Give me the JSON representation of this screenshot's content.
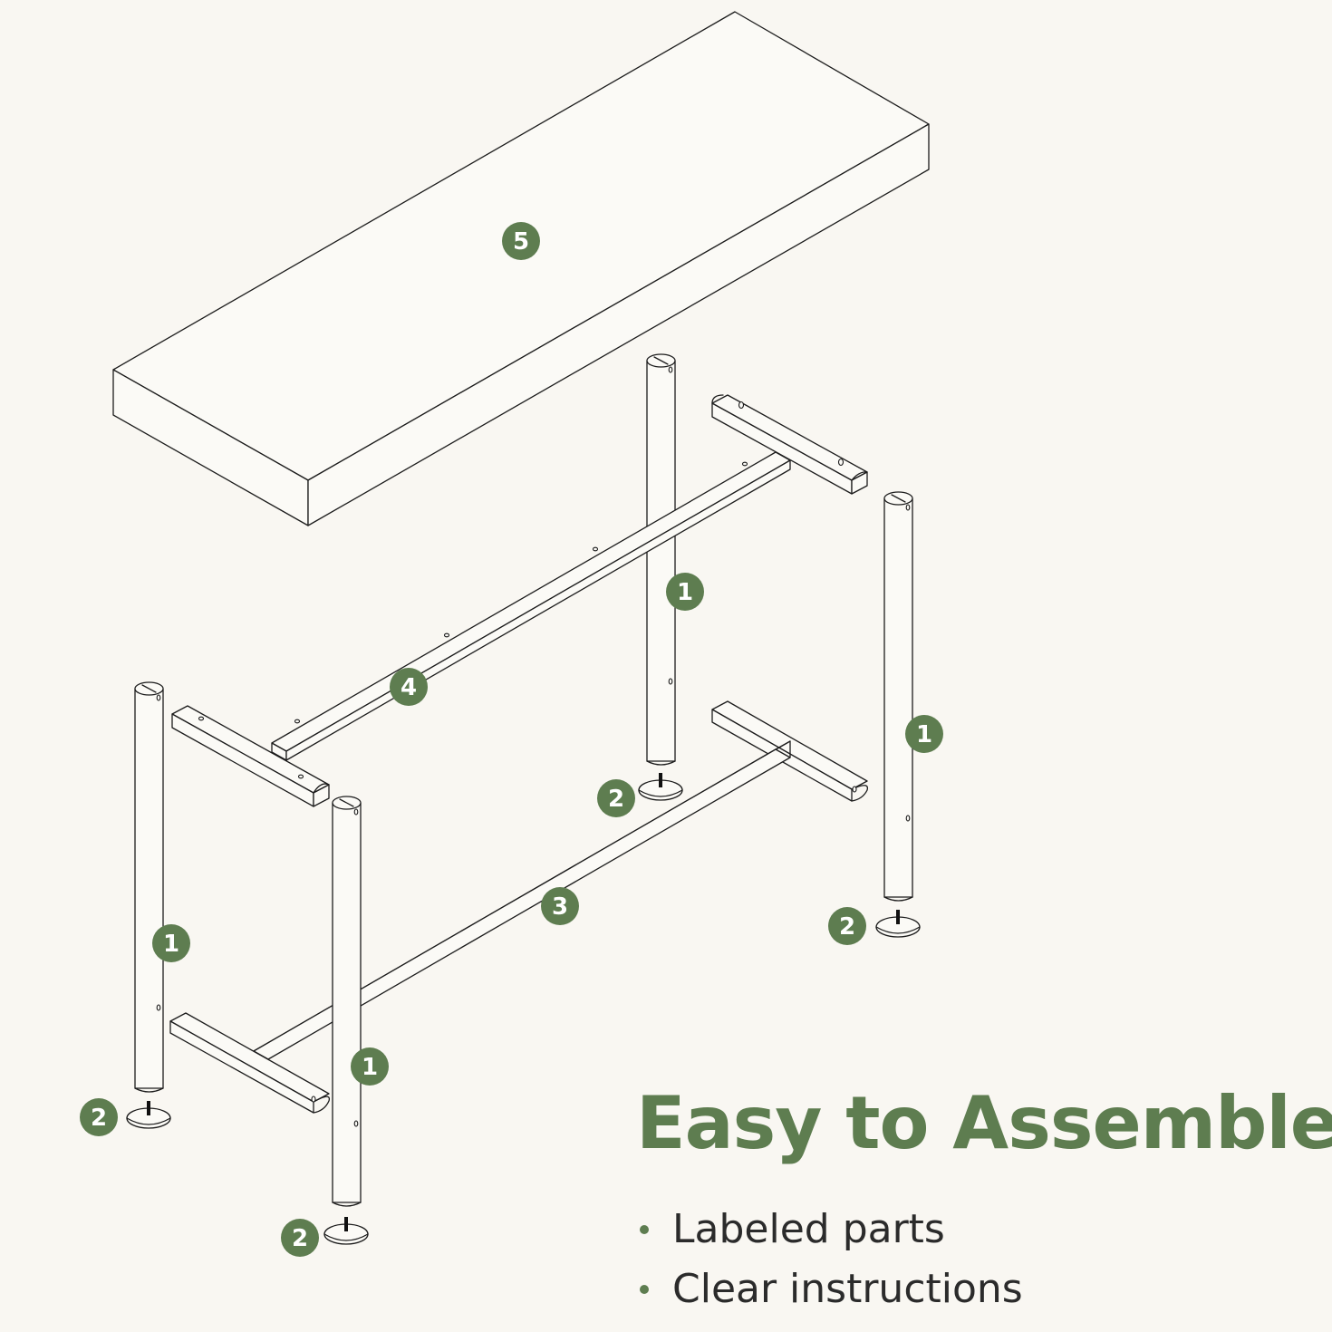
{
  "headline": "Easy to Assemble",
  "features": [
    "Labeled parts",
    "Clear instructions"
  ],
  "part_labels": {
    "leg": "1",
    "foot_pad": "2",
    "lower_stretcher": "3",
    "top_frame": "4",
    "tabletop": "5"
  },
  "colors": {
    "accent": "#5e7d50",
    "background": "#f9f7f2",
    "line": "#1c1c1c"
  }
}
